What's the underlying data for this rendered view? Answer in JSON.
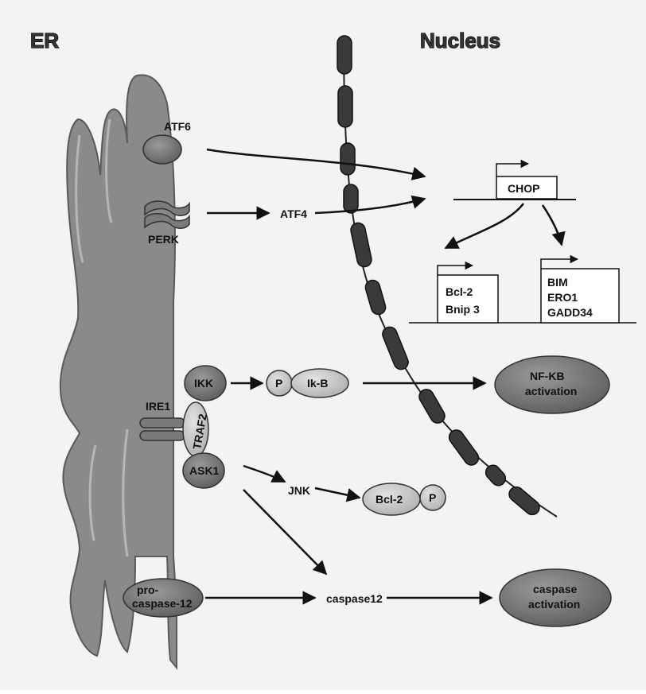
{
  "headers": {
    "er": "ER",
    "nucleus": "Nucleus"
  },
  "receptors": {
    "atf6": "ATF6",
    "perk": "PERK",
    "ire1": "IRE1"
  },
  "pathway": {
    "atf4": "ATF4",
    "chop": "CHOP",
    "bcl2_box": [
      "Bcl-2",
      "Bnip 3"
    ],
    "bim_box": [
      "BIM",
      "ERO1",
      "GADD34"
    ]
  },
  "ire1_branch": {
    "ikk": "IKK",
    "traf2": "TRAF2",
    "ask1": "ASK1",
    "p1": "P",
    "ikb": "Ik-B",
    "nfkb": [
      "NF-KB",
      "activation"
    ],
    "jnk": "JNK",
    "bcl2": "Bcl-2",
    "p2": "P"
  },
  "caspase": {
    "procaspase": [
      "pro-",
      "caspase-12"
    ],
    "caspase12": "caspase12",
    "activation": [
      "caspase",
      "activation"
    ]
  },
  "colors": {
    "membrane": "#8a8a8a",
    "dark_node": "#6e6e6e",
    "light_node": "#c4c4c4",
    "dna_segment": "#3a3a3a"
  }
}
